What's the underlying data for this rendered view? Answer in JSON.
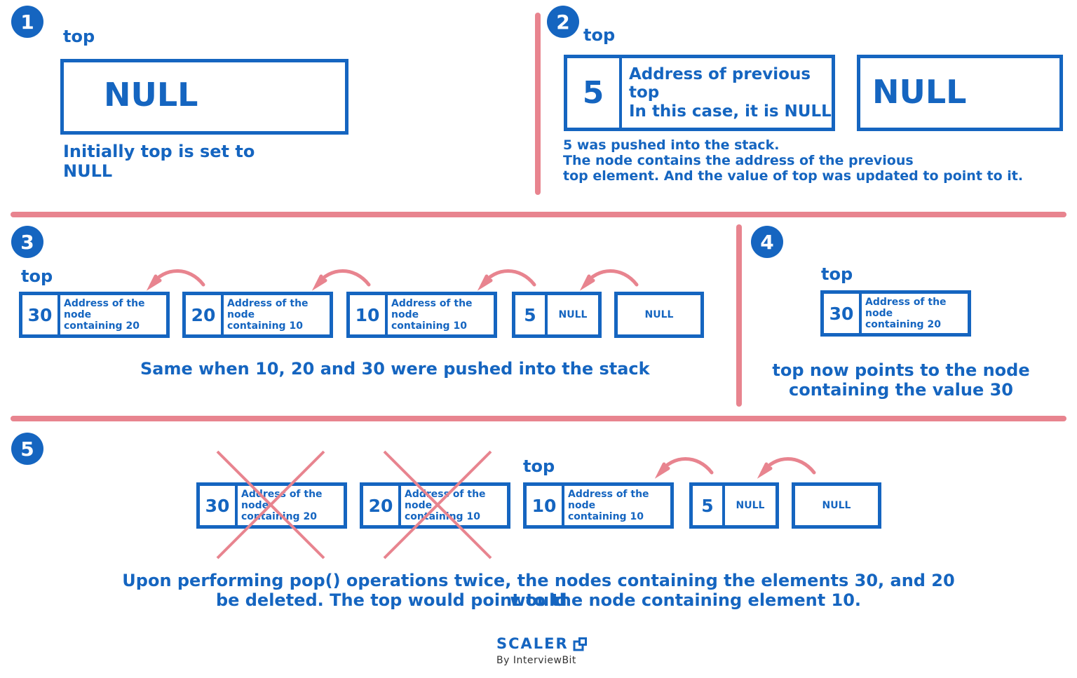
{
  "panel1": {
    "badge": "1",
    "top_label": "top",
    "null_text": "NULL",
    "caption_line1": "Initially top is set to",
    "caption_line2": "NULL"
  },
  "panel2": {
    "badge": "2",
    "top_label": "top",
    "node_value": "5",
    "node_addr_line1": "Address of previous top",
    "node_addr_line2": "In this case, it is NULL",
    "null_text": "NULL",
    "caption_line1": "5 was pushed into the stack.",
    "caption_line2": "The node contains the address of the previous",
    "caption_line3": "top element. And the value of top was updated to point to it."
  },
  "panel3": {
    "badge": "3",
    "top_label": "top",
    "nodes": [
      {
        "value": "30",
        "addr_line1": "Address of the node",
        "addr_line2": "containing 20"
      },
      {
        "value": "20",
        "addr_line1": "Address of the node",
        "addr_line2": "containing 10"
      },
      {
        "value": "10",
        "addr_line1": "Address of the node",
        "addr_line2": "containing 10"
      },
      {
        "value": "5",
        "addr_line1": "NULL"
      }
    ],
    "null_text": "NULL",
    "caption": "Same when 10, 20 and 30 were pushed into the stack"
  },
  "panel4": {
    "badge": "4",
    "top_label": "top",
    "node": {
      "value": "30",
      "addr_line1": "Address of the node",
      "addr_line2": "containing 20"
    },
    "caption_line1": "top now points to the node",
    "caption_line2": "containing the value 30"
  },
  "panel5": {
    "badge": "5",
    "top_label": "top",
    "nodes": [
      {
        "value": "30",
        "addr_line1": "Address of the node",
        "addr_line2": "containing 20"
      },
      {
        "value": "20",
        "addr_line1": "Address of the node",
        "addr_line2": "containing 10"
      },
      {
        "value": "10",
        "addr_line1": "Address of the node",
        "addr_line2": "containing 10"
      },
      {
        "value": "5",
        "addr_line1": "NULL"
      }
    ],
    "null_text": "NULL",
    "caption_line1": "Upon performing pop() operations twice, the nodes containing the elements 30, and 20 would",
    "caption_line2": "be deleted. The top would point to the node containing element 10."
  },
  "branding": {
    "logo_text": "SCALER",
    "sub_text": "By InterviewBit"
  },
  "colors": {
    "primary": "#1565c0",
    "separator": "#e8848f",
    "arrow": "#e8848f",
    "cross": "#e8848f"
  }
}
